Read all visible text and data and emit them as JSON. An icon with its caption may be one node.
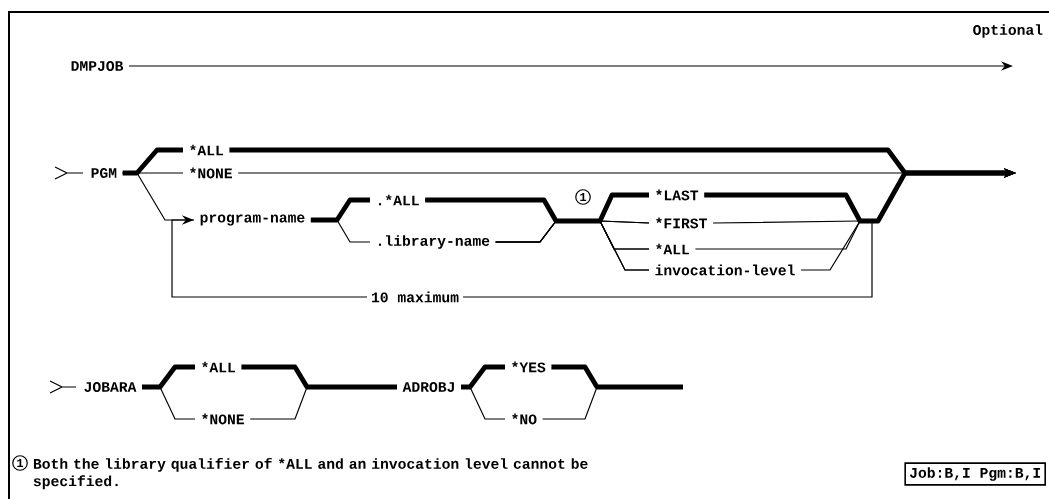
{
  "diagram": {
    "nodes": [
      {
        "text": [
          "DMPJOB"
        ]
      },
      {
        "text": [
          "PGM"
        ]
      },
      {
        "text": [
          "*ALL"
        ]
      },
      {
        "text": [
          "*NONE"
        ]
      },
      {
        "text": [
          "program-name"
        ]
      },
      {
        "text": [
          ".*ALL"
        ]
      },
      {
        "text": [
          ".library-name"
        ]
      },
      {
        "text": [
          "*LAST"
        ]
      },
      {
        "text": [
          "*FIRST"
        ]
      },
      {
        "text": [
          "*ALL"
        ]
      },
      {
        "text": [
          "invocation-level"
        ]
      },
      {
        "text": [
          "JOBARA"
        ]
      },
      {
        "text": [
          "*ALL"
        ]
      },
      {
        "text": [
          "*NONE"
        ]
      },
      {
        "text": [
          "ADROBJ"
        ]
      },
      {
        "text": [
          "*YES"
        ]
      },
      {
        "text": [
          "*NO"
        ]
      },
      {
        "text": [
          "1"
        ]
      },
      {
        "text": [
          "1"
        ]
      },
      {
        "text": [
          "Job:B,I Pgm:B,I"
        ]
      }
    ],
    "edges": [
      {
        "from": 0,
        "to": null,
        "arrow": "to"
      },
      {
        "from": 1,
        "to": 2,
        "arrow": "none",
        "style": "thick"
      },
      {
        "from": 1,
        "to": 3,
        "arrow": "none"
      },
      {
        "from": 1,
        "to": 4,
        "arrow": "none"
      },
      {
        "from": 2,
        "to": null,
        "arrow": "to",
        "style": "thick"
      },
      {
        "from": 3,
        "to": null,
        "arrow": "to"
      },
      {
        "from": 4,
        "to": 5,
        "arrow": "none",
        "style": "thick"
      },
      {
        "from": 4,
        "to": 6,
        "arrow": "none"
      },
      {
        "from": 5,
        "to": 7,
        "arrow": "none",
        "style": "thick"
      },
      {
        "from": 5,
        "to": 8,
        "arrow": "none"
      },
      {
        "from": 5,
        "to": 9,
        "arrow": "none"
      },
      {
        "from": 5,
        "to": 10,
        "arrow": "none"
      },
      {
        "from": 6,
        "to": 7,
        "arrow": "none"
      },
      {
        "from": 6,
        "to": 8,
        "arrow": "none"
      },
      {
        "from": 6,
        "to": 9,
        "arrow": "none"
      },
      {
        "from": 6,
        "to": 10,
        "arrow": "none"
      },
      {
        "from": 7,
        "to": null,
        "arrow": "to",
        "style": "thick"
      },
      {
        "from": 8,
        "to": null,
        "arrow": "to"
      },
      {
        "from": 9,
        "to": null,
        "arrow": "to"
      },
      {
        "from": 10,
        "to": null,
        "arrow": "to"
      },
      {
        "from": null,
        "to": 4,
        "arrow": "to",
        "label": "10 maximum"
      },
      {
        "from": 11,
        "to": 12,
        "arrow": "none",
        "style": "thick"
      },
      {
        "from": 11,
        "to": 13,
        "arrow": "none"
      },
      {
        "from": 12,
        "to": 14,
        "arrow": "none",
        "style": "thick"
      },
      {
        "from": 13,
        "to": 14,
        "arrow": "none"
      },
      {
        "from": 14,
        "to": 15,
        "arrow": "none",
        "style": "thick"
      },
      {
        "from": 14,
        "to": 16,
        "arrow": "none"
      },
      {
        "from": 15,
        "to": null,
        "arrow": "none",
        "style": "thick"
      },
      {
        "from": 16,
        "to": null,
        "arrow": "none"
      }
    ],
    "labels": [
      "Optional",
      "Both the library qualifier of *ALL and an invocation level cannot be specified."
    ]
  }
}
